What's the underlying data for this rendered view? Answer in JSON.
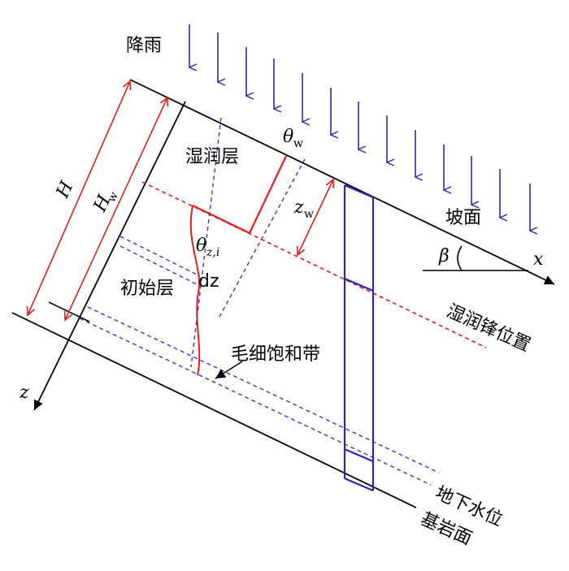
{
  "labels": {
    "rain": "降雨",
    "wet_layer": "湿润层",
    "initial_layer": "初始层",
    "slope_surface": "坡面",
    "wetting_front": "湿润锋位置",
    "capillary_zone": "毛细饱和带",
    "groundwater": "地下水位",
    "bedrock": "基岩面"
  },
  "symbols": {
    "H": "H",
    "Hw_main": "H",
    "Hw_sub": "w",
    "theta_w_main": "θ",
    "theta_w_sub": "w",
    "zw_main": "z",
    "zw_sub": "w",
    "theta_zi_main": "θ",
    "theta_zi_sub": "z,i",
    "dz": "dz",
    "beta": "β",
    "x_axis": "x",
    "z_axis": "z"
  },
  "colors": {
    "line": "#000000",
    "red": "#e02020",
    "blue": "#2a2aa8",
    "dashed_blue": "#3a3ab8"
  }
}
